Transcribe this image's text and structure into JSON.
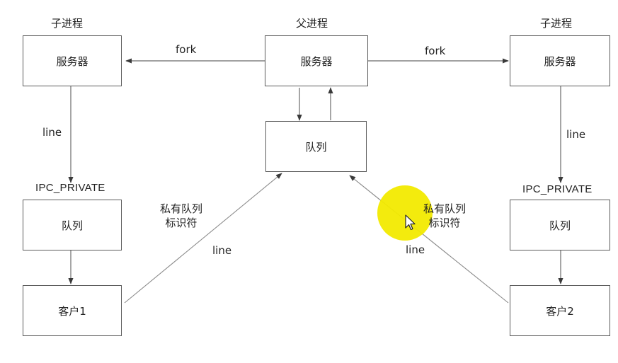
{
  "headers": {
    "left": "子进程",
    "center": "父进程",
    "right": "子进程"
  },
  "boxes": {
    "server_left": "服务器",
    "server_center": "服务器",
    "server_right": "服务器",
    "queue_center": "队列",
    "queue_left": "队列",
    "queue_right": "队列",
    "client_left": "客户1",
    "client_right": "客户2"
  },
  "edge_labels": {
    "fork_left": "fork",
    "fork_right": "fork",
    "line_left_vertical": "line",
    "line_right_vertical": "line",
    "ipc_left": "IPC_PRIVATE",
    "ipc_right": "IPC_PRIVATE",
    "private_id_left": "私有队列标识符",
    "private_id_right": "私有队列标识符",
    "line_left_diag": "line",
    "line_right_diag": "line"
  },
  "colors": {
    "stroke": "#5a5a5a",
    "highlight": "#f2ea00"
  },
  "icons": {
    "cursor": "mouse-pointer-icon"
  }
}
